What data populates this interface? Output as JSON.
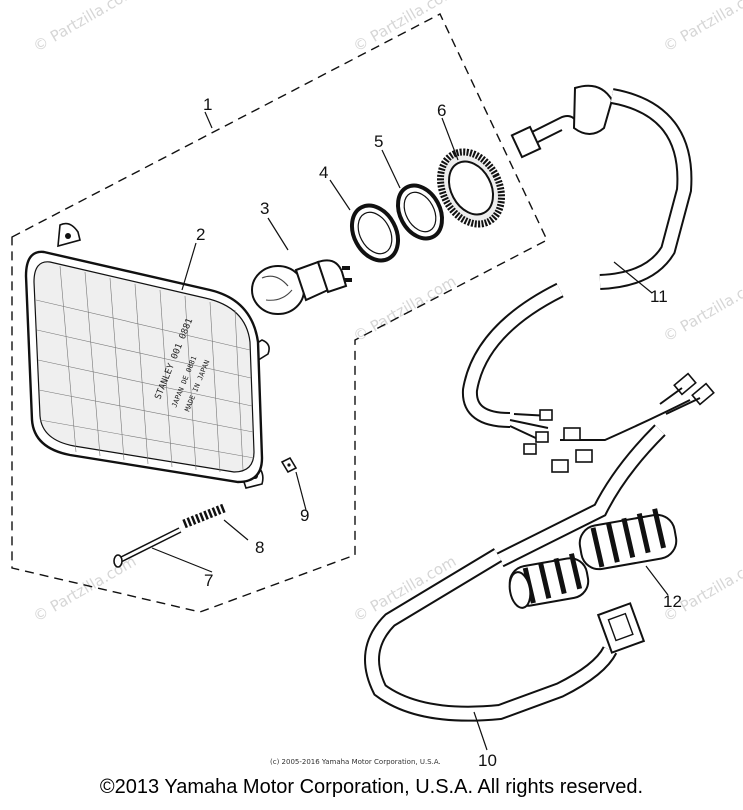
{
  "watermark_text": "© Partzilla.com",
  "lens_marking_lines": [
    "STANLEY 001 0881",
    "JAPAN DE 0881",
    "MADE IN JAPAN"
  ],
  "callouts": [
    {
      "label": "1"
    },
    {
      "label": "2"
    },
    {
      "label": "3"
    },
    {
      "label": "4"
    },
    {
      "label": "5"
    },
    {
      "label": "6"
    },
    {
      "label": "7"
    },
    {
      "label": "8"
    },
    {
      "label": "9"
    },
    {
      "label": "10"
    },
    {
      "label": "11"
    },
    {
      "label": "12"
    }
  ],
  "fineprint": "(c) 2005-2016 Yamaha Motor Corporation, U.S.A.",
  "copyright": "©2013 Yamaha Motor Corporation, U.S.A. All rights reserved."
}
